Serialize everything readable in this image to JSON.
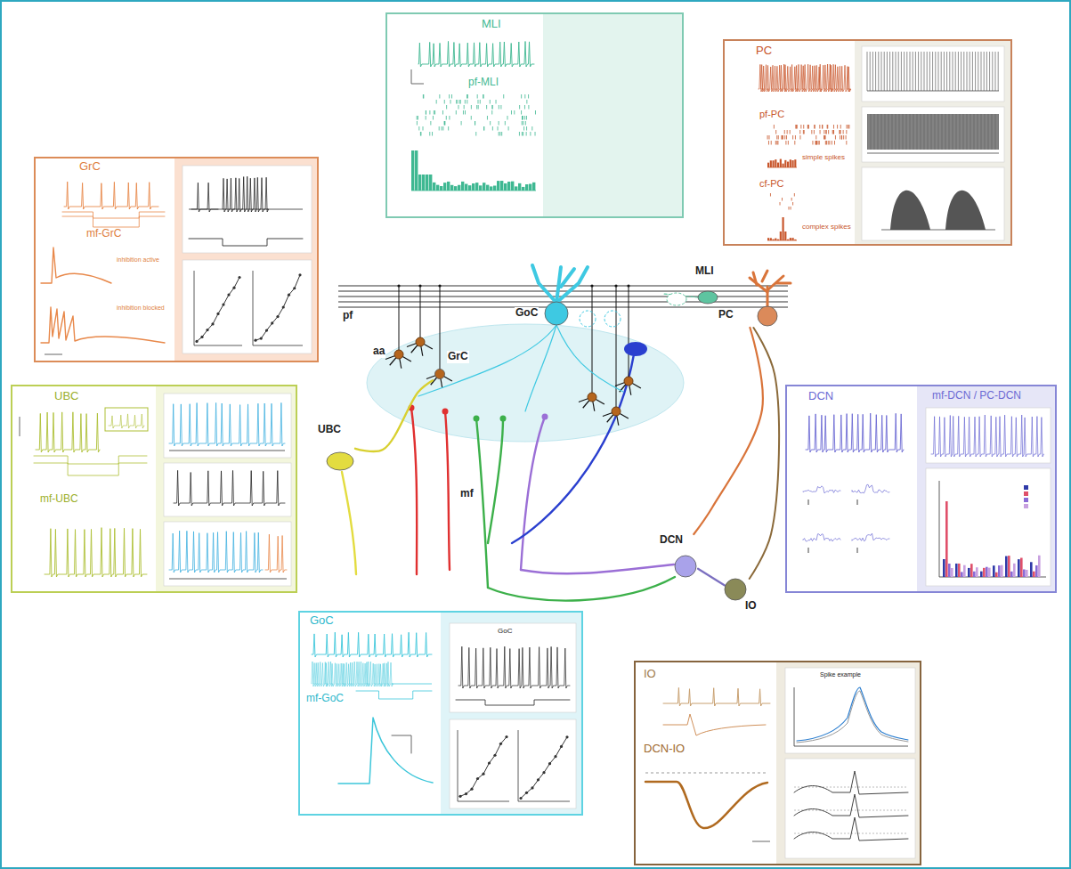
{
  "diagram": {
    "nodes": [
      {
        "text": [
          "MLI",
          "pf-MLI"
        ]
      },
      {
        "text": [
          "PC",
          "pf-PC",
          "simple spikes",
          "cf-PC",
          "complex spikes"
        ]
      },
      {
        "text": [
          "GrC",
          "mf-GrC",
          "inhibition active",
          "inhibition blocked"
        ]
      },
      {
        "text": [
          "MLI"
        ]
      },
      {
        "text": [
          "PC"
        ]
      },
      {
        "text": [
          "GoC"
        ]
      },
      {
        "text": [
          "GrC"
        ]
      },
      {
        "text": [
          "UBC",
          "mf-UBC"
        ]
      },
      {
        "text": [
          "UBC"
        ]
      },
      {
        "text": [
          "DCN",
          "mf-DCN / PC-DCN"
        ]
      },
      {
        "text": [
          "DCN"
        ]
      },
      {
        "text": [
          "IO"
        ]
      },
      {
        "text": [
          "GoC",
          "mf-GoC",
          "GoC"
        ]
      },
      {
        "text": [
          "IO",
          "DCN-IO",
          "Spike example"
        ]
      }
    ],
    "edges": [
      {
        "from": 8,
        "to": 6,
        "arrow": "none"
      },
      {
        "from": 4,
        "to": 10,
        "arrow": "none"
      },
      {
        "from": 11,
        "to": 4,
        "arrow": "none"
      },
      {
        "from": 10,
        "to": 11,
        "arrow": "none"
      }
    ],
    "labels": [
      "pf",
      "aa",
      "mf"
    ]
  }
}
